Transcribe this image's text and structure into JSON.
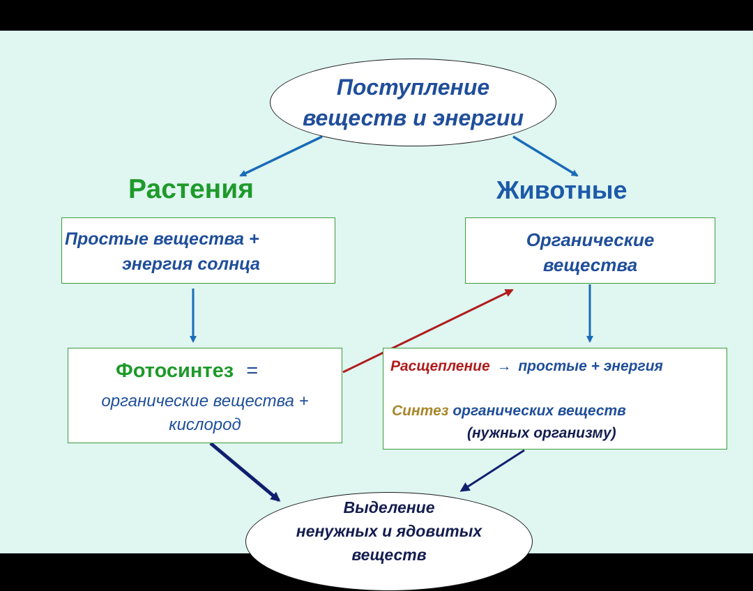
{
  "top": {
    "line1": "Поступление",
    "line2": "веществ и энергии"
  },
  "plants": {
    "heading": "Растения",
    "box1": {
      "line1": "Простые вещества +",
      "line2": "энергия солнца"
    },
    "box2": {
      "title": "Фотосинтез",
      "eq": "=",
      "line2": "органические вещества +",
      "line3": "кислород"
    }
  },
  "animals": {
    "heading": "Животные",
    "box1": {
      "line1": "Органические",
      "line2": "вещества"
    },
    "box2": {
      "split": "Расщепление",
      "arrow": "→",
      "split_rest": "простые + энергия",
      "synth": "Синтез",
      "synth_rest": "органических веществ",
      "note": "(нужных организму)"
    }
  },
  "bottom": {
    "line1": "Выделение",
    "line2": "ненужных и ядовитых",
    "line3": "веществ"
  },
  "colors": {
    "background": "#dff6f1",
    "blue_text": "#1f4e9a",
    "green_heading": "#1e9a2a",
    "heading_blue": "#1d5aa8",
    "arrow_blue": "#1a6bb8",
    "arrow_navy": "#0f1f6e",
    "arrow_red": "#b01c1c",
    "arrow_gold": "#b58a12",
    "red_text": "#b01c1c",
    "gold_text": "#a8862a",
    "navy_text": "#141d4f"
  }
}
